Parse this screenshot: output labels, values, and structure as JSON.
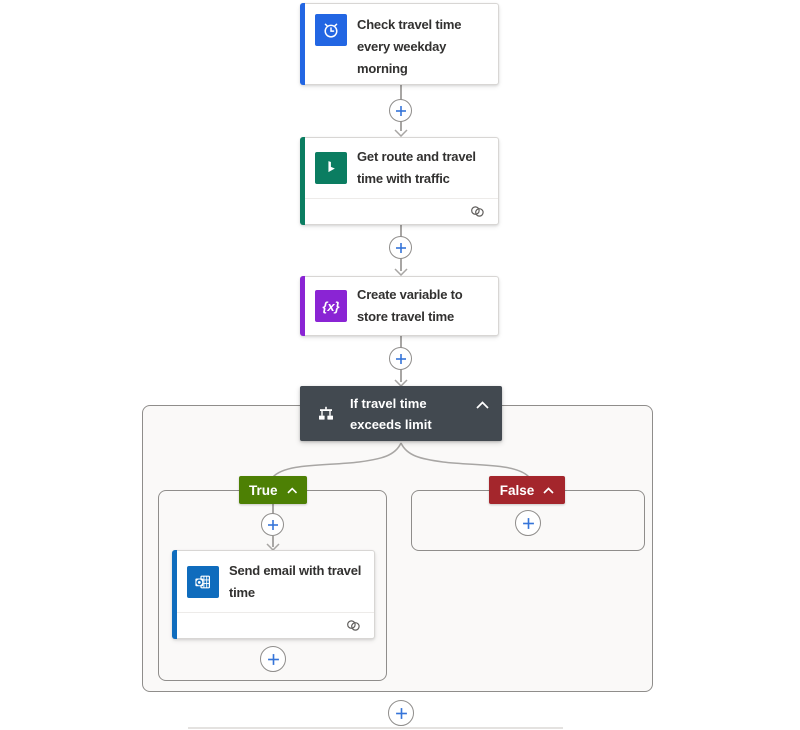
{
  "flow": {
    "trigger": {
      "title": "Check travel time every weekday morning",
      "icon": "recurrence-icon",
      "accent_color": "#2266e3"
    },
    "get_route": {
      "title": "Get route and travel time with traffic",
      "icon": "bing-maps-icon",
      "accent_color": "#0b7d61",
      "footer_icon": "connections-icon"
    },
    "create_variable": {
      "title": "Create variable to store travel time",
      "icon": "variable-icon",
      "icon_text": "{x}",
      "accent_color": "#8a24d4"
    },
    "condition": {
      "title": "If travel time exceeds limit",
      "icon": "condition-icon",
      "collapse_icon": "chevron-up-icon",
      "bg_color": "#424950"
    },
    "branches": {
      "true": {
        "label": "True",
        "color": "#4d8004",
        "collapse_icon": "chevron-up-icon"
      },
      "false": {
        "label": "False",
        "color": "#a4262c",
        "collapse_icon": "chevron-up-icon"
      }
    },
    "send_email": {
      "title": "Send email with travel time",
      "icon": "outlook-icon",
      "accent_color": "#0f6cbd",
      "footer_icon": "connections-icon"
    }
  },
  "ui": {
    "insert_step_icon": "plus-icon",
    "connector_color": "#a8a6a4",
    "plus_color": "#3574d9",
    "scope_border_color": "#8f8d8b",
    "canvas_bg": "#ffffff"
  }
}
